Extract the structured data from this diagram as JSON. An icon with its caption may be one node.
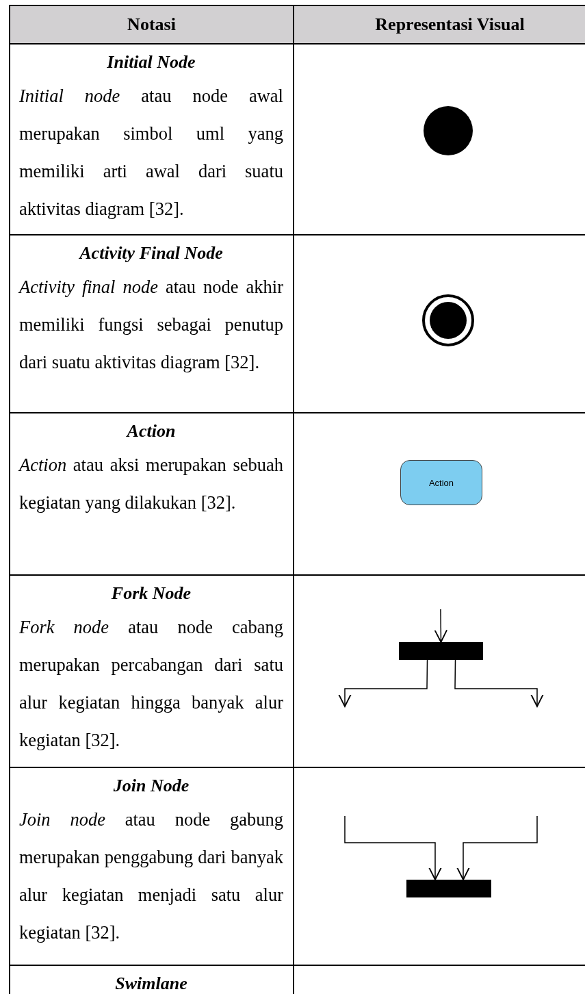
{
  "diagram": {
    "nodes": [
      {
        "text": [],
        "shape": "circle"
      },
      {
        "text": [],
        "shape": "bullseye"
      },
      {
        "text": [
          "Action"
        ]
      },
      {
        "text": [],
        "shape": "bar"
      },
      {
        "text": [],
        "shape": "bar"
      }
    ],
    "edges": [
      {
        "from": null,
        "to": 3,
        "arrow": "to"
      },
      {
        "from": 3,
        "to": null,
        "arrow": "to"
      },
      {
        "from": 3,
        "to": null,
        "arrow": "to"
      },
      {
        "from": null,
        "to": 4,
        "arrow": "to"
      },
      {
        "from": null,
        "to": 4,
        "arrow": "to"
      }
    ],
    "labels": [
      "Notasi",
      "Representasi Visual",
      "Initial Node",
      "*Initial node* atau node awal merupakan simbol uml yang memiliki arti awal dari suatu aktivitas diagram [32].",
      "Activity Final Node",
      "*Activity final node* atau node akhir memiliki fungsi sebagai penutup dari suatu aktivitas diagram [32].",
      "Action",
      "*Action* atau aksi merupakan sebuah kegiatan yang dilakukan [32].",
      "Fork Node",
      "*Fork node* atau node cabang merupakan percabangan dari satu alur kegiatan hingga banyak alur kegiatan [32].",
      "Join Node",
      "*Join node* atau node gabung merupakan penggabung dari banyak alur kegiatan menjadi satu alur kegiatan [32].",
      "Swimlane"
    ]
  }
}
